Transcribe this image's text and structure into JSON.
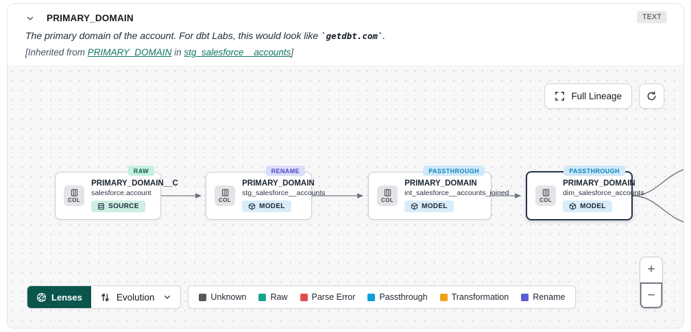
{
  "header": {
    "title": "PRIMARY_DOMAIN",
    "type_badge": "TEXT",
    "description_prefix": "The primary domain of the account. For dbt Labs, this would look like ",
    "description_code": "`getdbt.com`",
    "description_suffix": ".",
    "inherited_prefix": "[Inherited from ",
    "inherited_link_column": "PRIMARY_DOMAIN",
    "inherited_middle": " in ",
    "inherited_link_model": "stg_salesforce__accounts",
    "inherited_suffix": "]"
  },
  "toolbar": {
    "full_lineage_label": "Full Lineage"
  },
  "col_chip_label": "COL",
  "nodes": [
    {
      "title": "PRIMARY_DOMAIN__C",
      "subtitle": "salesforce.account",
      "type": "SOURCE",
      "badge": "RAW"
    },
    {
      "title": "PRIMARY_DOMAIN",
      "subtitle": "stg_salesforce__accounts",
      "type": "MODEL",
      "badge": "RENAME"
    },
    {
      "title": "PRIMARY_DOMAIN",
      "subtitle": "int_salesforce__accounts_joined",
      "type": "MODEL",
      "badge": "PASSTHROUGH"
    },
    {
      "title": "PRIMARY_DOMAIN",
      "subtitle": "dim_salesforce_accounts",
      "type": "MODEL",
      "badge": "PASSTHROUGH"
    }
  ],
  "lenses": {
    "label": "Lenses",
    "dropdown_label": "Evolution"
  },
  "legend": [
    {
      "label": "Unknown",
      "color": "#57575c"
    },
    {
      "label": "Raw",
      "color": "#17a38d"
    },
    {
      "label": "Parse Error",
      "color": "#e14b50"
    },
    {
      "label": "Passthrough",
      "color": "#0ba0d8"
    },
    {
      "label": "Transformation",
      "color": "#f0a219"
    },
    {
      "label": "Rename",
      "color": "#5b5bd6"
    }
  ],
  "zoom_controls": {
    "zoom_in": "+",
    "zoom_out": "−"
  },
  "colors": {
    "accent_teal": "#0a564d",
    "link_teal": "#0d7468",
    "edge_gray": "#8b9099"
  }
}
